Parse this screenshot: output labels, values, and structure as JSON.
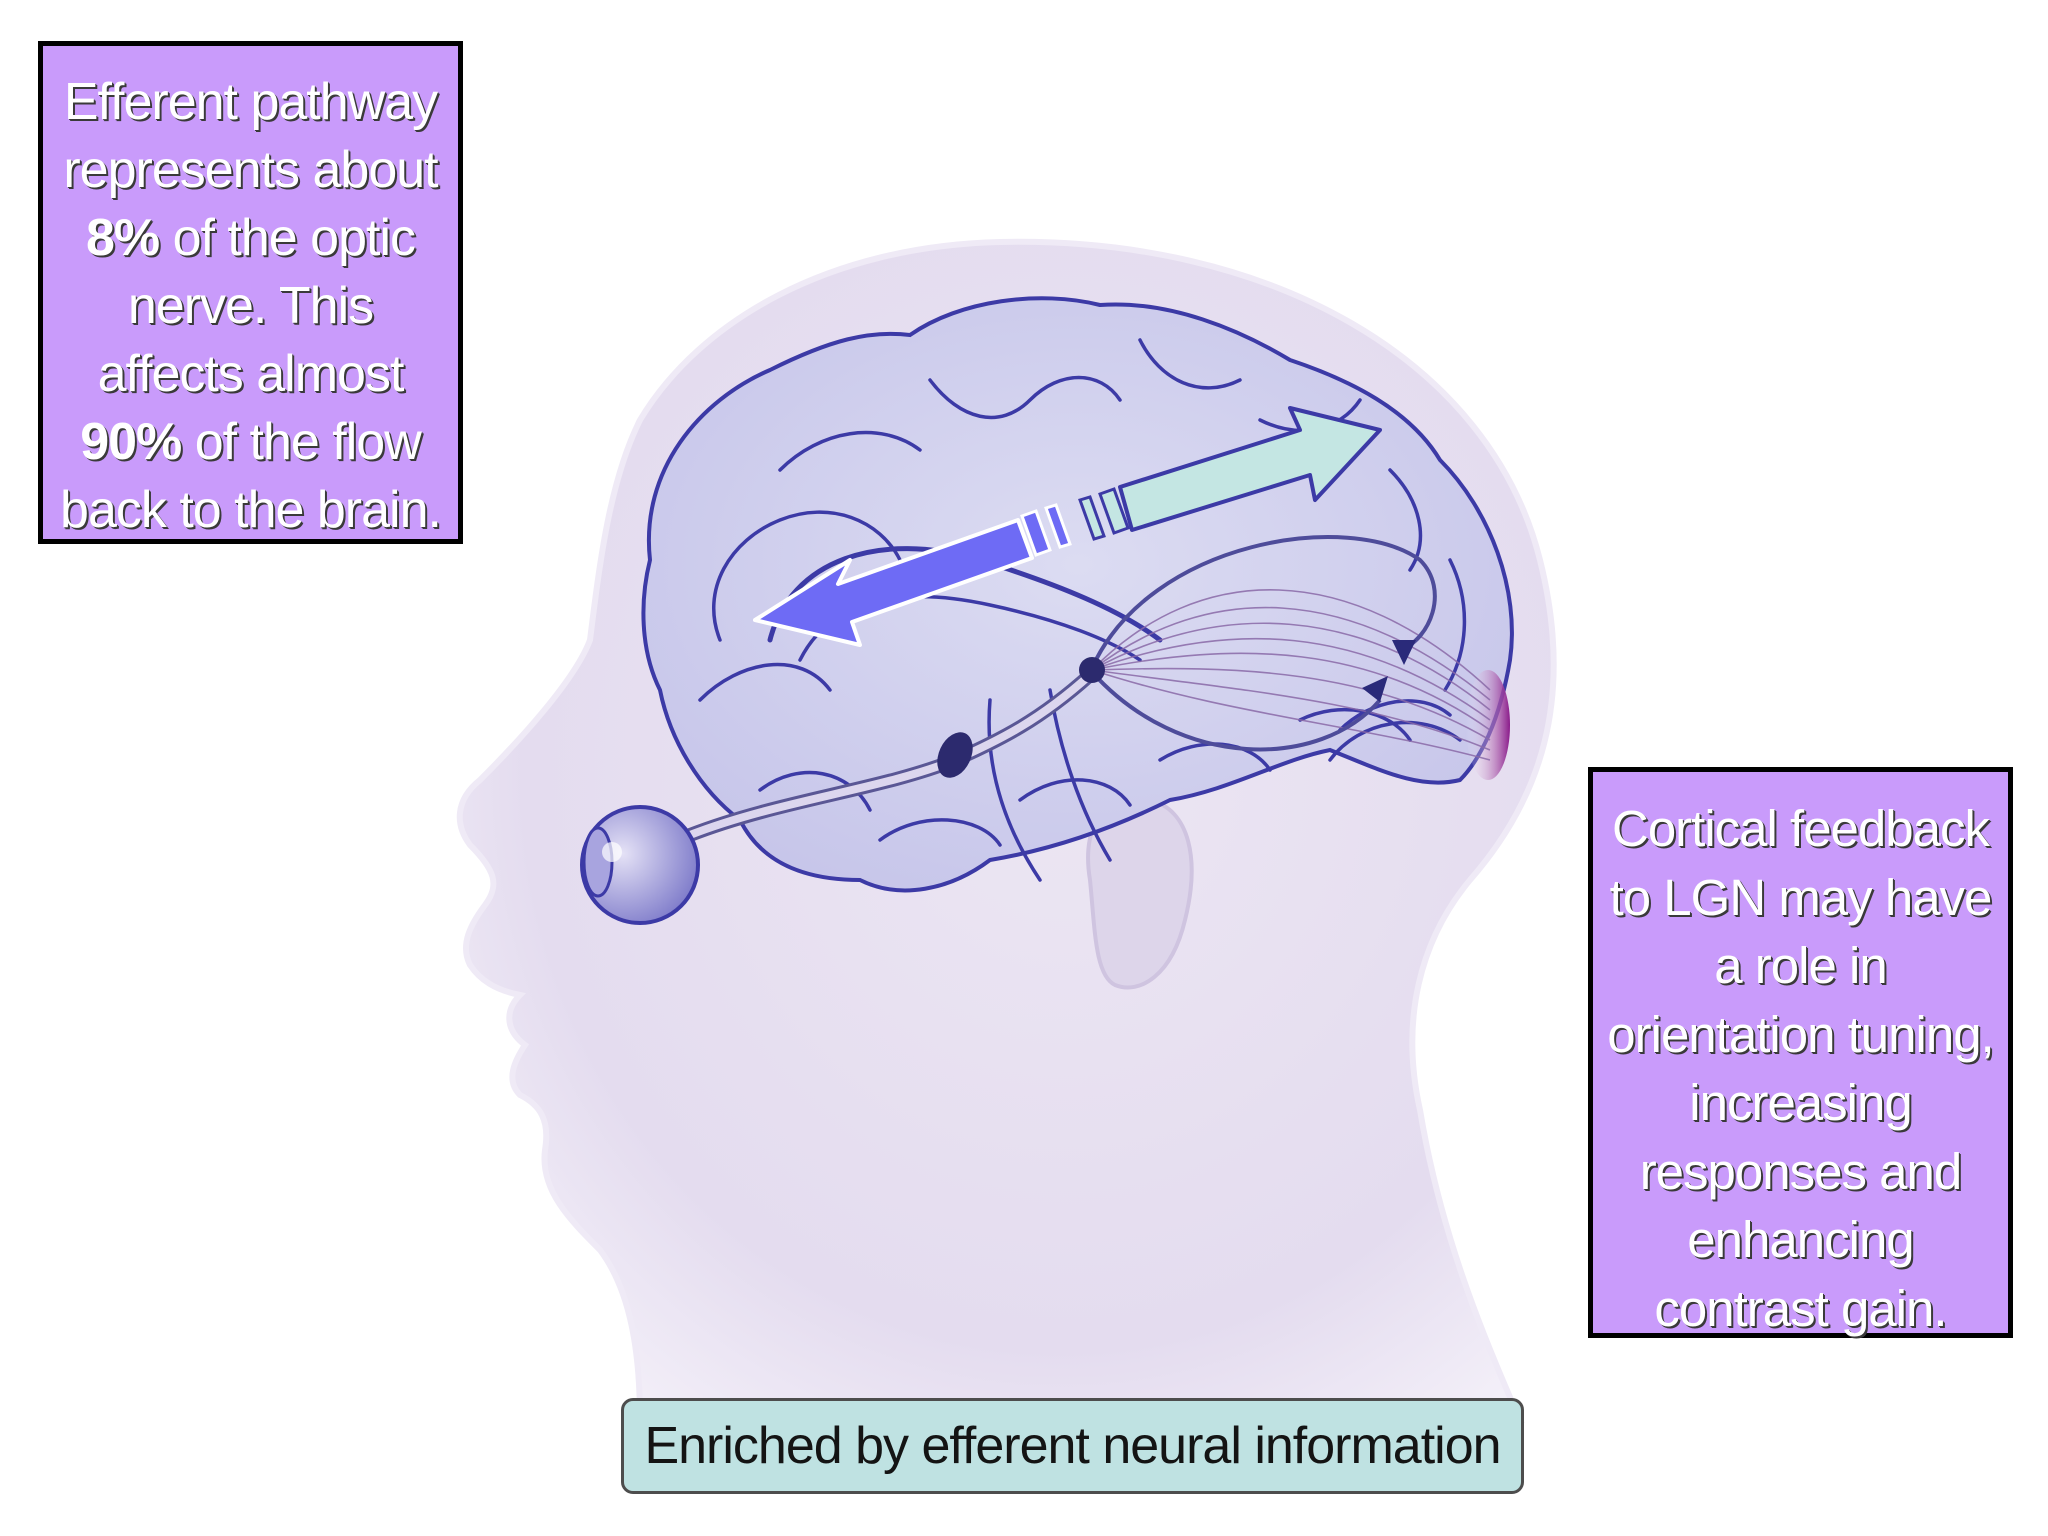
{
  "left_callout": {
    "lines": [
      {
        "pre": "",
        "bold": "",
        "post": "Efferent pathway"
      },
      {
        "pre": "",
        "bold": "",
        "post": "represents about"
      },
      {
        "pre": "",
        "bold": "8%",
        "post": " of the optic"
      },
      {
        "pre": "",
        "bold": "",
        "post": "nerve. This"
      },
      {
        "pre": "",
        "bold": "",
        "post": "affects almost"
      },
      {
        "pre": "",
        "bold": "90%",
        "post": " of the flow"
      },
      {
        "pre": "",
        "bold": "",
        "post": "back to the brain."
      }
    ]
  },
  "right_callout": {
    "lines": [
      "Cortical feedback",
      "to LGN may have",
      "a role in",
      "orientation tuning,",
      "increasing",
      "responses and",
      "enhancing",
      "contrast gain."
    ]
  },
  "caption": "Enriched by efferent neural information",
  "colors": {
    "callout_fill": "#c99bfb",
    "caption_fill": "#bfe2e2",
    "efferent_arrow": "#6e6bf5",
    "afferent_arrow": "#c4e6e3",
    "brain_outline": "#3c3aa6",
    "head": "#e6dff0"
  },
  "icons": {
    "head": "head-profile-illustration",
    "brain": "brain-sagittal-illustration",
    "eye": "eye-icon",
    "efferent_arrow": "arrow-left-icon",
    "afferent_arrow": "arrow-right-icon"
  }
}
